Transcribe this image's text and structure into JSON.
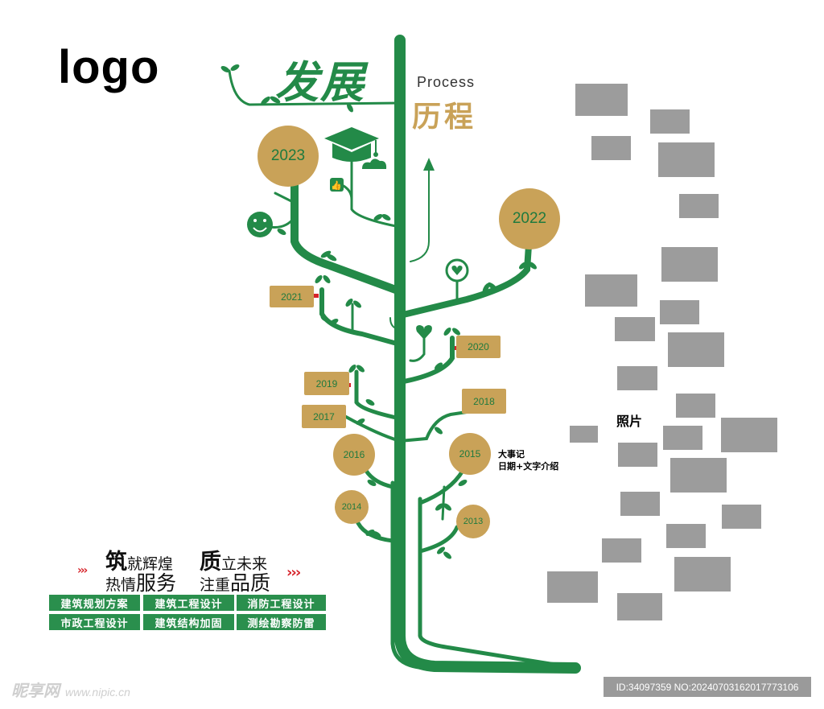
{
  "logo": "logo",
  "title": {
    "cn": "发展",
    "en": "Process",
    "cn2": "历程"
  },
  "milestones": {
    "y2023": "2023",
    "y2022": "2022",
    "y2021": "2021",
    "y2020": "2020",
    "y2019": "2019",
    "y2018": "2018",
    "y2017": "2017",
    "y2016": "2016",
    "y2015": "2015",
    "y2014": "2014",
    "y2013": "2013"
  },
  "note": {
    "line1": "大事记",
    "line2": "日期+文字介绍"
  },
  "photos_label": "照片",
  "slogan": {
    "a1": "筑",
    "a2": "就辉煌",
    "b1": "质",
    "b2": "立未来",
    "c1": "热情",
    "c2": "服务",
    "d1": "注重",
    "d2": "品质"
  },
  "services": [
    "建筑规划方案",
    "建筑工程设计",
    "消防工程设计",
    "市政工程设计",
    "建筑结构加固",
    "测绘勘察防雷"
  ],
  "watermark": {
    "left": "昵享网",
    "left_url": "www.nipic.cn",
    "right": "ID:34097359 NO:20240703162017773106"
  },
  "colors": {
    "green": "#238a48",
    "gold": "#c9a258",
    "photo": "#9c9c9c"
  },
  "icons": [
    "graduation-cap-icon",
    "thumbs-up-icon",
    "cloud-icon",
    "smiley-icon",
    "heart-icon",
    "arrow-up-icon",
    "leaf-icon"
  ]
}
